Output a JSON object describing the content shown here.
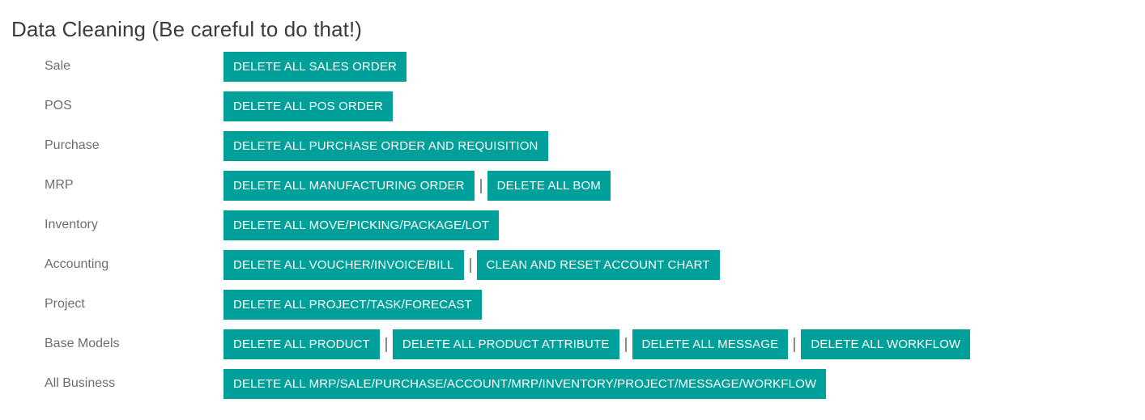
{
  "page": {
    "title": "Data Cleaning (Be careful to do that!)",
    "accent_color": "#00a09a",
    "button_text_color": "#ffffff",
    "label_color": "#6d6d6d",
    "title_color": "#3c3c3c",
    "separator_color": "#8a8a8a",
    "background_color": "#ffffff"
  },
  "rows": [
    {
      "label": "Sale",
      "buttons": [
        {
          "label": "DELETE ALL SALES ORDER"
        }
      ]
    },
    {
      "label": "POS",
      "buttons": [
        {
          "label": "DELETE ALL POS ORDER"
        }
      ]
    },
    {
      "label": "Purchase",
      "buttons": [
        {
          "label": "DELETE ALL PURCHASE ORDER AND REQUISITION"
        }
      ]
    },
    {
      "label": "MRP",
      "buttons": [
        {
          "label": "DELETE ALL MANUFACTURING ORDER"
        },
        {
          "label": "DELETE ALL BOM"
        }
      ]
    },
    {
      "label": "Inventory",
      "buttons": [
        {
          "label": "DELETE ALL MOVE/PICKING/PACKAGE/LOT"
        }
      ]
    },
    {
      "label": "Accounting",
      "buttons": [
        {
          "label": "DELETE ALL VOUCHER/INVOICE/BILL"
        },
        {
          "label": "CLEAN AND RESET ACCOUNT CHART"
        }
      ]
    },
    {
      "label": "Project",
      "buttons": [
        {
          "label": "DELETE ALL PROJECT/TASK/FORECAST"
        }
      ]
    },
    {
      "label": "Base Models",
      "buttons": [
        {
          "label": "DELETE ALL PRODUCT"
        },
        {
          "label": "DELETE ALL PRODUCT ATTRIBUTE"
        },
        {
          "label": "DELETE ALL MESSAGE"
        },
        {
          "label": "DELETE ALL WORKFLOW"
        }
      ]
    },
    {
      "label": "All Business",
      "buttons": [
        {
          "label": "DELETE ALL MRP/SALE/PURCHASE/ACCOUNT/MRP/INVENTORY/PROJECT/MESSAGE/WORKFLOW"
        }
      ]
    }
  ]
}
